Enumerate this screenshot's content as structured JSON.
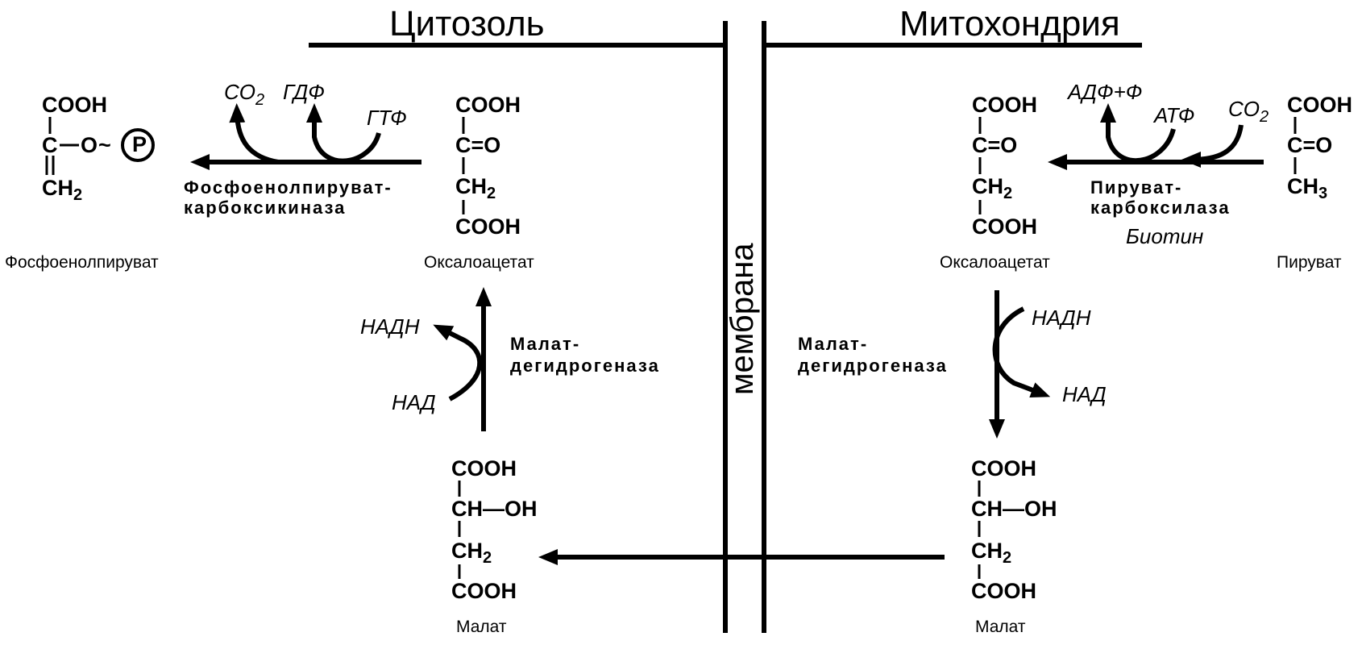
{
  "headers": {
    "cytosol": "Цитозоль",
    "mitochondria": "Митохондрия",
    "membrane": "мембрана"
  },
  "compounds": {
    "pep_cooh": "COOH",
    "pep_c": "C",
    "pep_o": "O",
    "pep_tilde": "~",
    "pep_p": "P",
    "pep_ch2_ch": "CH",
    "pep_ch2_sub": "2",
    "oaa_left_cooh_top": "COOH",
    "oaa_left_co": "C=O",
    "oaa_left_ch": "CH",
    "oaa_left_sub": "2",
    "oaa_left_cooh_bottom": "COOH",
    "mal_left_cooh_top": "COOH",
    "mal_left_choh": "CH—OH",
    "mal_left_ch": "CH",
    "mal_left_sub": "2",
    "mal_left_cooh_bottom": "COOH",
    "oaa_right_cooh_top": "COOH",
    "oaa_right_co": "C=O",
    "oaa_right_ch": "CH",
    "oaa_right_sub": "2",
    "oaa_right_cooh_bottom": "COOH",
    "mal_right_cooh_top": "COOH",
    "mal_right_choh": "CH—OH",
    "mal_right_ch": "CH",
    "mal_right_sub": "2",
    "mal_right_cooh_bottom": "COOH",
    "pyr_cooh": "COOH",
    "pyr_co": "C=O",
    "pyr_ch": "CH",
    "pyr_sub": "3"
  },
  "captions": {
    "pep": "Фосфоенолпируват",
    "oaa_left": "Оксалоацетат",
    "oaa_right": "Оксалоацетат",
    "mal_left": "Малат",
    "mal_right": "Малат",
    "pyruvate": "Пируват"
  },
  "cofactors": {
    "co2_left_main": "CO",
    "co2_left_sub": "2",
    "gdp": "ГДФ",
    "gtp": "ГТФ",
    "adp": "АДФ+Ф",
    "atp": "АТФ",
    "co2_right_main": "CO",
    "co2_right_sub": "2",
    "nadh_left": "НАДН",
    "nad_left": "НАД",
    "nadh_right": "НАДН",
    "nad_right": "НАД",
    "biotin": "Биотин"
  },
  "enzymes": {
    "pepck_line1": "Фосфоенолпируват-",
    "pepck_line2": "карбоксикиназа",
    "pc_line1": "Пируват-",
    "pc_line2": "карбоксилаза",
    "mdh_left_line1": "Малат-",
    "mdh_left_line2": "дегидрогеназа",
    "mdh_right_line1": "Малат-",
    "mdh_right_line2": "дегидрогеназа"
  }
}
